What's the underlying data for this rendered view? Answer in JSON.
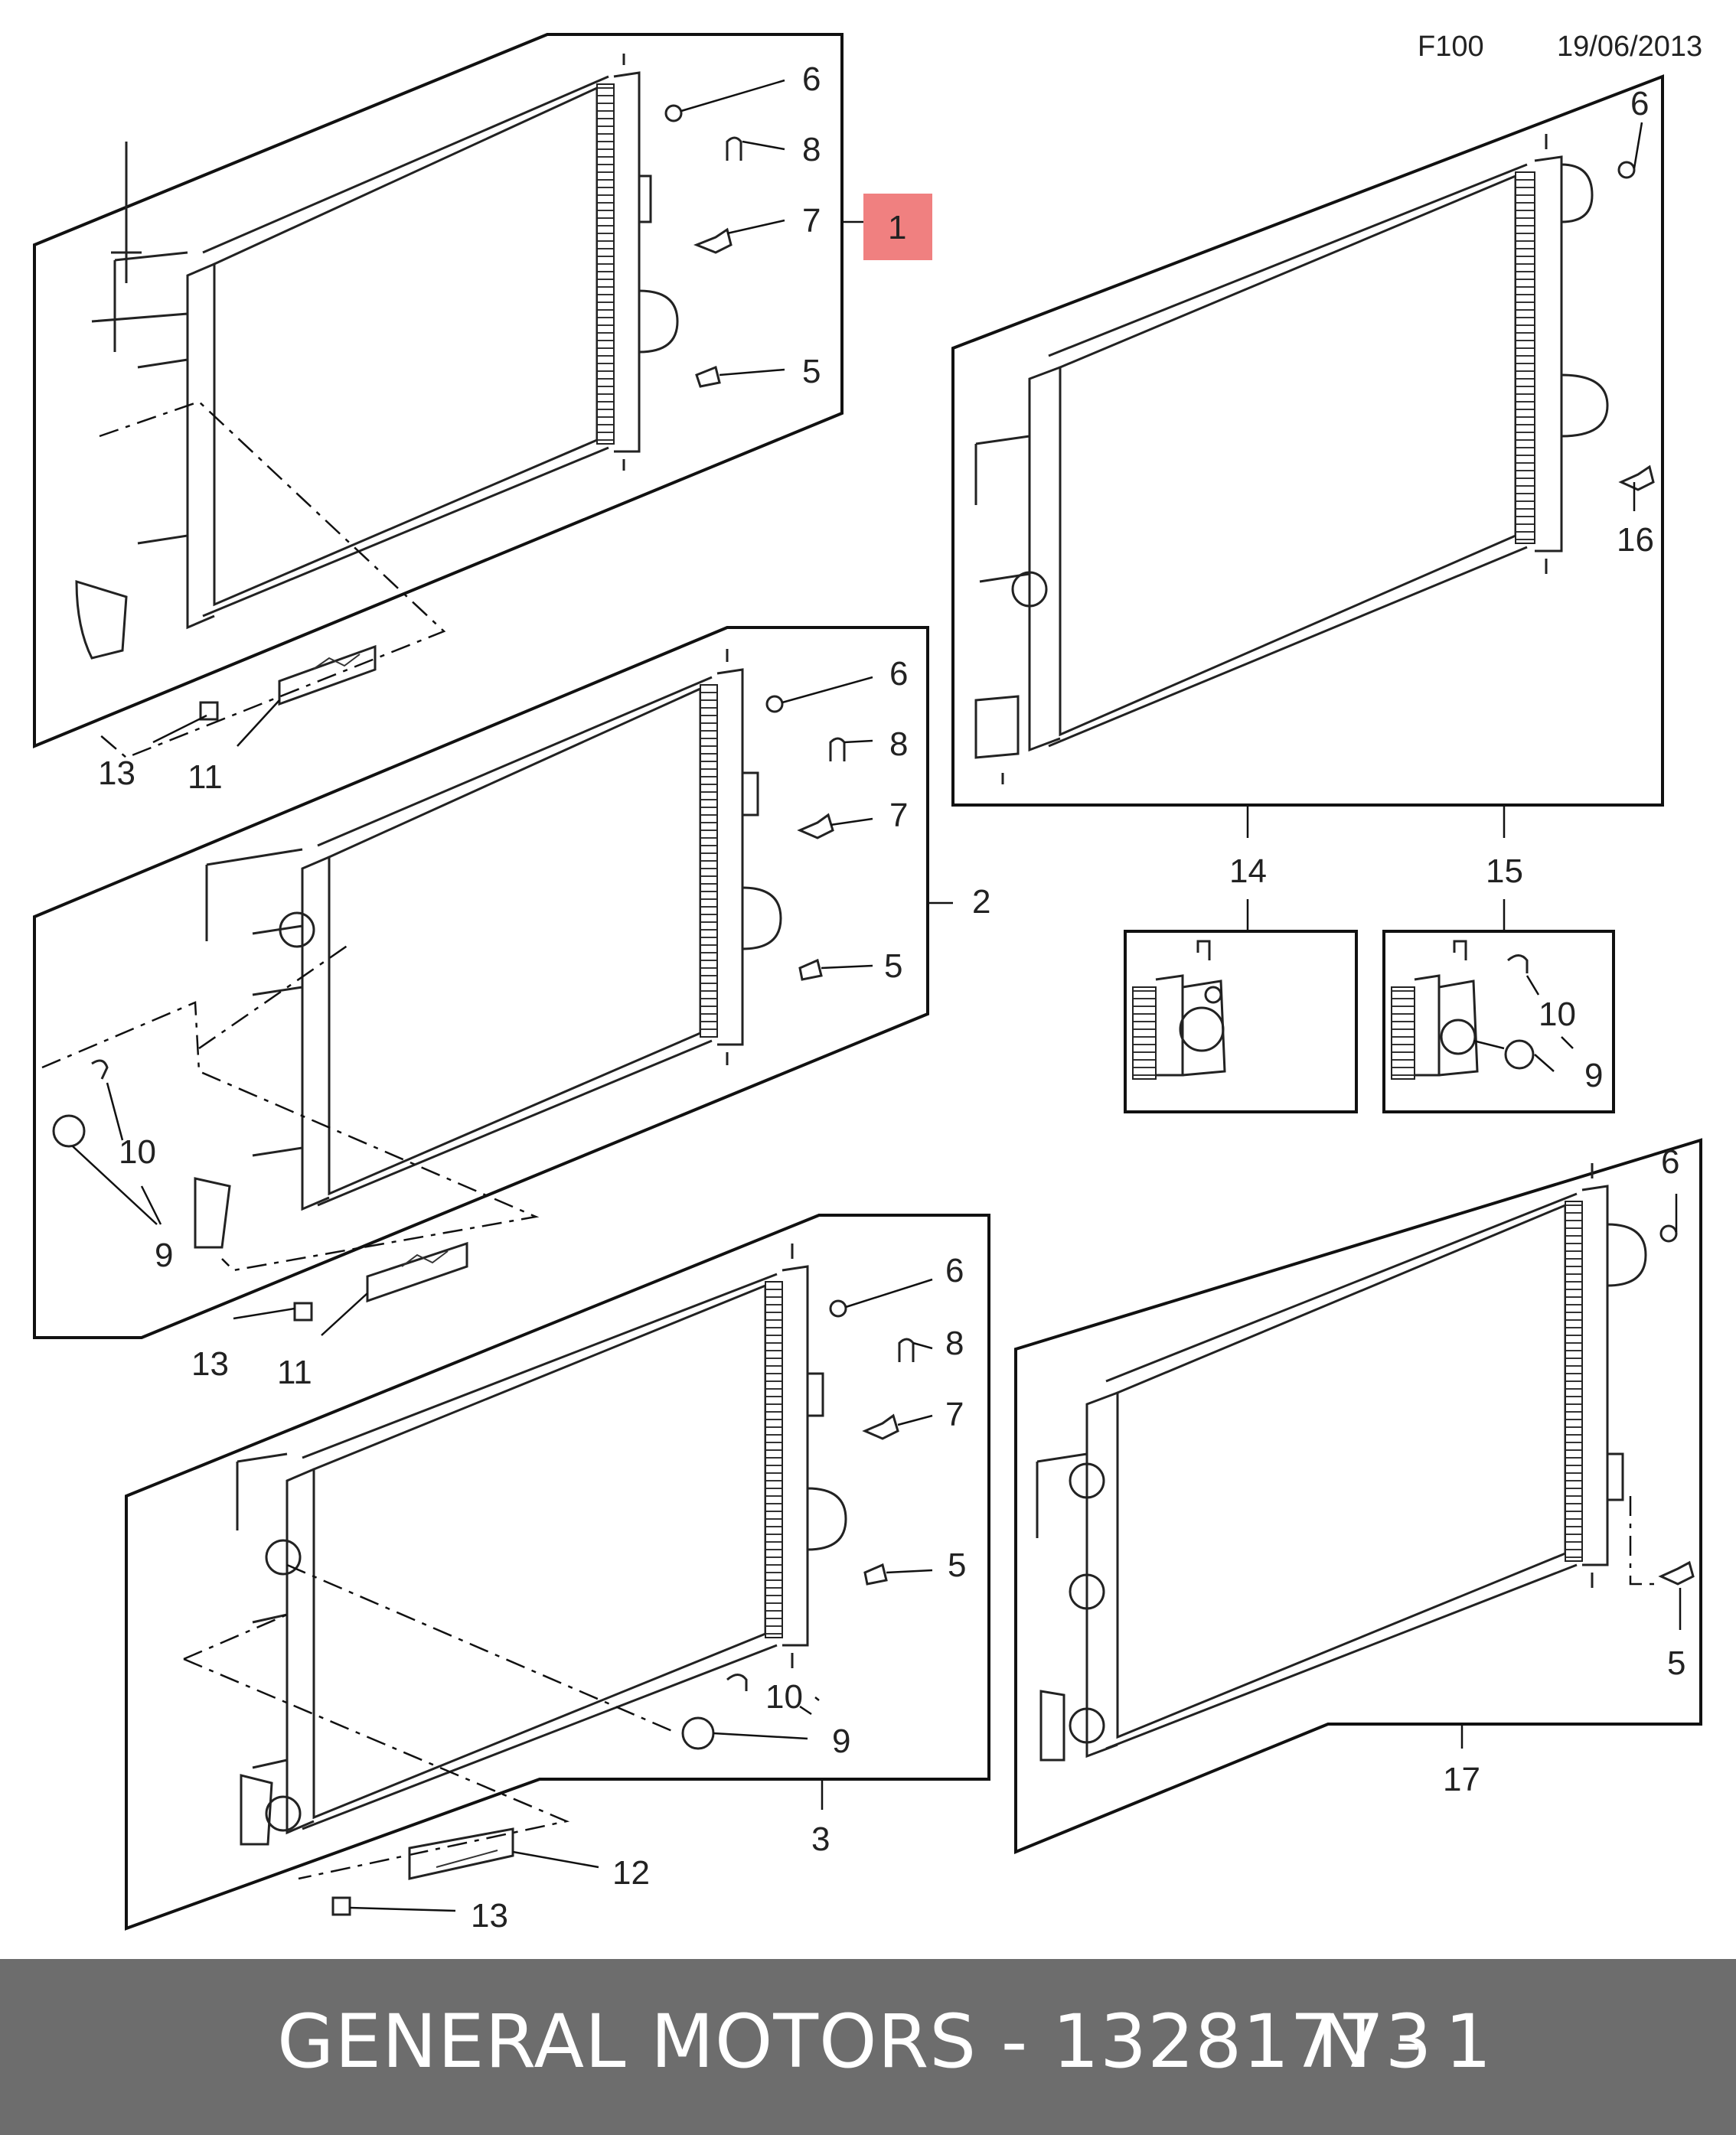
{
  "header": {
    "code": "F100",
    "date": "19/06/2013"
  },
  "highlight_color": "#f08080",
  "callouts": {
    "p1": [
      "6",
      "8",
      "7",
      "1",
      "5",
      "13",
      "11"
    ],
    "p2": [
      "6",
      "8",
      "7",
      "2",
      "5",
      "10",
      "9",
      "13",
      "11"
    ],
    "p3": [
      "6",
      "8",
      "7",
      "5",
      "10",
      "9",
      "3",
      "12",
      "13"
    ],
    "p4": [
      "6",
      "16",
      "14",
      "15"
    ],
    "p5": [
      "10",
      "9"
    ],
    "p6": [
      "6",
      "5",
      "17"
    ]
  },
  "footer": {
    "brand": "GENERAL MOTORS - 13281773",
    "qty": "N - 1",
    "background": "#6d6d6d"
  }
}
